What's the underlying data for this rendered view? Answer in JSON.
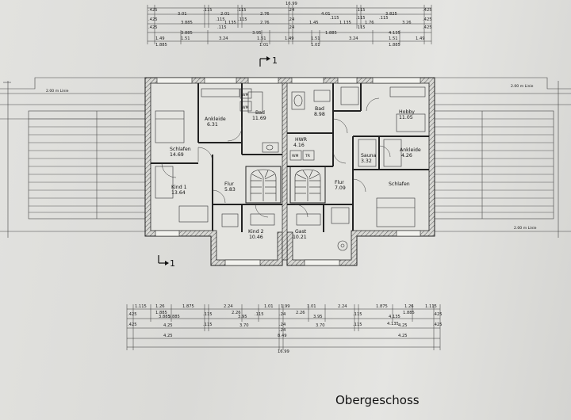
{
  "title": "Obergeschoss",
  "section_marker": "1",
  "level_label": "2.00 m Linie",
  "rooms": [
    {
      "name": "Ankleide",
      "area": "6.31"
    },
    {
      "name": "Bad",
      "area": "11.69"
    },
    {
      "name": "Bad",
      "area": "8.98"
    },
    {
      "name": "Hobby",
      "area": "11.05"
    },
    {
      "name": "Schlafen",
      "area": "14.69"
    },
    {
      "name": "HWR",
      "area": "4.16"
    },
    {
      "name": "Sauna",
      "area": "3.32"
    },
    {
      "name": "Ankleide",
      "area": "4.26"
    },
    {
      "name": "Kind 1",
      "area": "13.64"
    },
    {
      "name": "Flur",
      "area": "5.83"
    },
    {
      "name": "Flur",
      "area": "7.09"
    },
    {
      "name": "Schlafen",
      "area": ""
    },
    {
      "name": "Kind 2",
      "area": "10.46"
    },
    {
      "name": "Gast",
      "area": "10.21"
    }
  ],
  "fixtures": {
    "wm": "WM",
    "tr": "TR"
  },
  "top_dimensions": {
    "row1": [
      ".425",
      "3.01",
      ".115",
      "2.01",
      ".115",
      "2.76",
      ".24",
      "4.01",
      ".115",
      "3.825",
      ".425"
    ],
    "row2": [
      ".425",
      "3.885",
      ".115",
      "1.135",
      ".115",
      "2.76",
      ".24",
      "1.45",
      ".115",
      "1.135",
      ".115",
      "1.76",
      ".115",
      "3.26",
      ".425"
    ],
    "row3": [
      ".425",
      "3.885",
      ".115",
      "3.95",
      ".24",
      "1.885",
      ".115",
      "4.135",
      ".425"
    ],
    "row4": [
      "1.49",
      "1.51",
      "3.24",
      "1.51",
      "1.49",
      "1.51",
      "3.24",
      "1.51",
      "1.49"
    ],
    "row5": [
      "1.885",
      "1.01",
      "1.01",
      "1.885"
    ],
    "total": "16.99"
  },
  "bottom_dimensions": {
    "row1": [
      "1.115",
      "1.26",
      "1.875",
      "2.24",
      "1.01",
      "1.99",
      "1.01",
      "2.24",
      "1.875",
      "1.26",
      "1.115"
    ],
    "row2": [
      ".425",
      "1.885",
      "3.885",
      ".115",
      "2.26",
      ".115",
      "2.26",
      ".24",
      ".115",
      "1.885",
      "4.135",
      ".425"
    ],
    "row3": [
      ".425",
      "3.885",
      ".115",
      "3.95",
      ".24",
      "3.95",
      ".115",
      "4.135",
      ".425"
    ],
    "row4": [
      "4.25",
      "3.70",
      ".24",
      "3.70",
      "4.25"
    ],
    "row5": [
      "4.25",
      "8.49",
      "4.25"
    ],
    "total": "16.99"
  }
}
